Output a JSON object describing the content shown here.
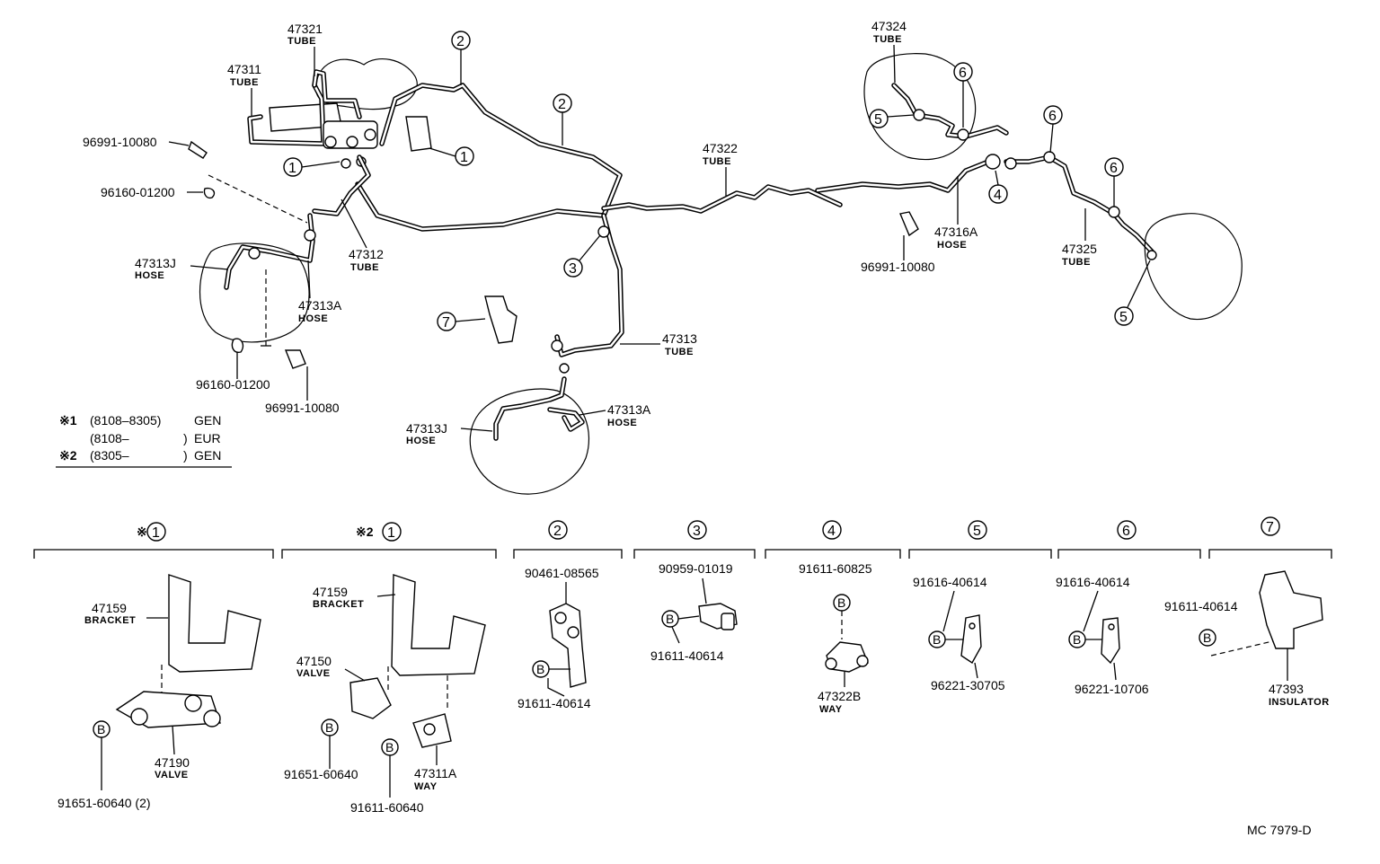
{
  "labels": {
    "p47321": "47321",
    "p47321_sub": "TUBE",
    "p47311": "47311",
    "p47311_sub": "TUBE",
    "p96991a": "96991-10080",
    "p96160a": "96160-01200",
    "p47313J_l": "47313J",
    "p47313J_l_sub": "HOSE",
    "p47312": "47312",
    "p47312_sub": "TUBE",
    "p47313A_l": "47313A",
    "p47313A_l_sub": "HOSE",
    "p96160b": "96160-01200",
    "p96991b": "96991-10080",
    "p47322": "47322",
    "p47322_sub": "TUBE",
    "p47313": "47313",
    "p47313_sub": "TUBE",
    "p47313A_c": "47313A",
    "p47313A_c_sub": "HOSE",
    "p47313J_c": "47313J",
    "p47313J_c_sub": "HOSE",
    "p47324": "47324",
    "p47324_sub": "TUBE",
    "p47316A": "47316A",
    "p47316A_sub": "HOSE",
    "p96991c": "96991-10080",
    "p47325": "47325",
    "p47325_sub": "TUBE"
  },
  "callouts": [
    "1",
    "2",
    "3",
    "4",
    "5",
    "6",
    "7"
  ],
  "legend": {
    "row1_mark": "※1",
    "row1_range": "(8108–8305)",
    "row1_region": "GEN",
    "row2_range": "(8108–",
    "row2_paren": ")",
    "row2_region": "EUR",
    "row3_mark": "※2",
    "row3_range": "(8305–",
    "row3_paren": ")",
    "row3_region": "GEN"
  },
  "details": {
    "d1a_mark": "※1",
    "d1a_num": "1",
    "d1a_bracket": "47159",
    "d1a_bracket_sub": "BRACKET",
    "d1a_valve": "47190",
    "d1a_valve_sub": "VALVE",
    "d1a_bolt": "91651-60640 (2)",
    "d1b_mark": "※2",
    "d1b_num": "1",
    "d1b_bracket": "47159",
    "d1b_bracket_sub": "BRACKET",
    "d1b_valve": "47150",
    "d1b_valve_sub": "VALVE",
    "d1b_bolt1": "91651-60640",
    "d1b_way": "47311A",
    "d1b_way_sub": "WAY",
    "d1b_bolt2": "91611-60640",
    "d2_num": "2",
    "d2_clamp": "90461-08565",
    "d2_bolt": "91611-40614",
    "d3_num": "3",
    "d3_clamp": "90959-01019",
    "d3_bolt": "91611-40614",
    "d4_num": "4",
    "d4_bolt": "91611-60825",
    "d4_way": "47322B",
    "d4_way_sub": "WAY",
    "d5_num": "5",
    "d5_bolt": "91616-40614",
    "d5_clamp": "96221-30705",
    "d6_num": "6",
    "d6_bolt": "91616-40614",
    "d6_clamp": "96221-10706",
    "d7_num": "7",
    "d7_bolt": "91611-40614",
    "d7_ins": "47393",
    "d7_ins_sub": "INSULATOR",
    "b_letter": "B"
  },
  "code": "MC  7979-D"
}
